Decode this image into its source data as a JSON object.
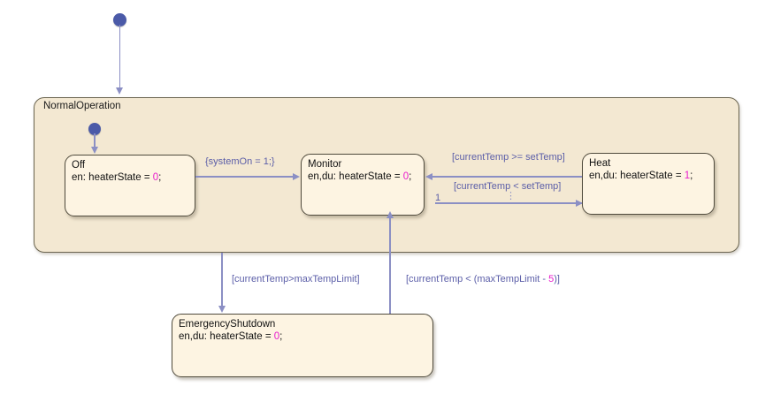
{
  "diagram": {
    "type": "stateflow-chart",
    "canvas_background": "#ffffff",
    "colors": {
      "superstate_fill": "#f3e8d2",
      "state_fill": "#fdf4e2",
      "state_border": "#4f4a3c",
      "transition": "#8b8fc4",
      "label_text": "#5b5ea8",
      "literal_number": "#e81ccd",
      "junction": "#4b5aa8"
    }
  },
  "superstate": {
    "label": "NormalOperation"
  },
  "states": [
    {
      "name": "Off",
      "action": "en: heaterState = ",
      "value": "0",
      "terminator": ";"
    },
    {
      "name": "Monitor",
      "action": "en,du: heaterState = ",
      "value": "0",
      "terminator": ";"
    },
    {
      "name": "Heat",
      "action": "en,du: heaterState = ",
      "value": "1",
      "terminator": ";"
    },
    {
      "name": "EmergencyShutdown",
      "action": "en,du: heaterState = ",
      "value": "0",
      "terminator": ";"
    }
  ],
  "transitions": {
    "off_to_monitor": {
      "label": "{systemOn = 1;}"
    },
    "heat_to_monitor": {
      "label": "[currentTemp >= setTemp]"
    },
    "monitor_to_heat": {
      "label": "[currentTemp < setTemp]",
      "order": "1",
      "marker": "⋮"
    },
    "normal_to_emergency": {
      "label": "[currentTemp>maxTempLimit]"
    },
    "emergency_to_monitor": {
      "label_pre": "[currentTemp < (maxTempLimit - ",
      "label_num": "5",
      "label_post": ")]"
    }
  }
}
